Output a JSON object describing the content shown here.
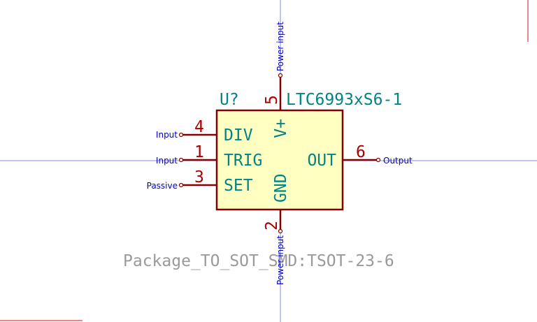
{
  "colors": {
    "background": "#ffffff",
    "crosshair": "#8a8ae0",
    "body_outline": "#840000",
    "body_fill": "#ffffc2",
    "pin": "#840000",
    "pin_number": "#a90000",
    "pin_name": "#008484",
    "reference": "#008484",
    "value": "#008484",
    "footprint": "#9a9a9a",
    "electrical_type": "#0000c2",
    "sheet_border": "#e06060"
  },
  "symbol": {
    "reference": "U?",
    "value": "LTC6993xS6-1",
    "footprint": "Package_TO_SOT_SMD:TSOT-23-6"
  },
  "pins": {
    "div": {
      "number": "4",
      "name": "DIV",
      "type": "Input"
    },
    "trig": {
      "number": "1",
      "name": "TRIG",
      "type": "Input"
    },
    "set": {
      "number": "3",
      "name": "SET",
      "type": "Passive"
    },
    "out": {
      "number": "6",
      "name": "OUT",
      "type": "Output"
    },
    "vplus": {
      "number": "5",
      "name": "V+",
      "type": "Power input"
    },
    "gnd": {
      "number": "2",
      "name": "GND",
      "type": "Power input"
    }
  }
}
